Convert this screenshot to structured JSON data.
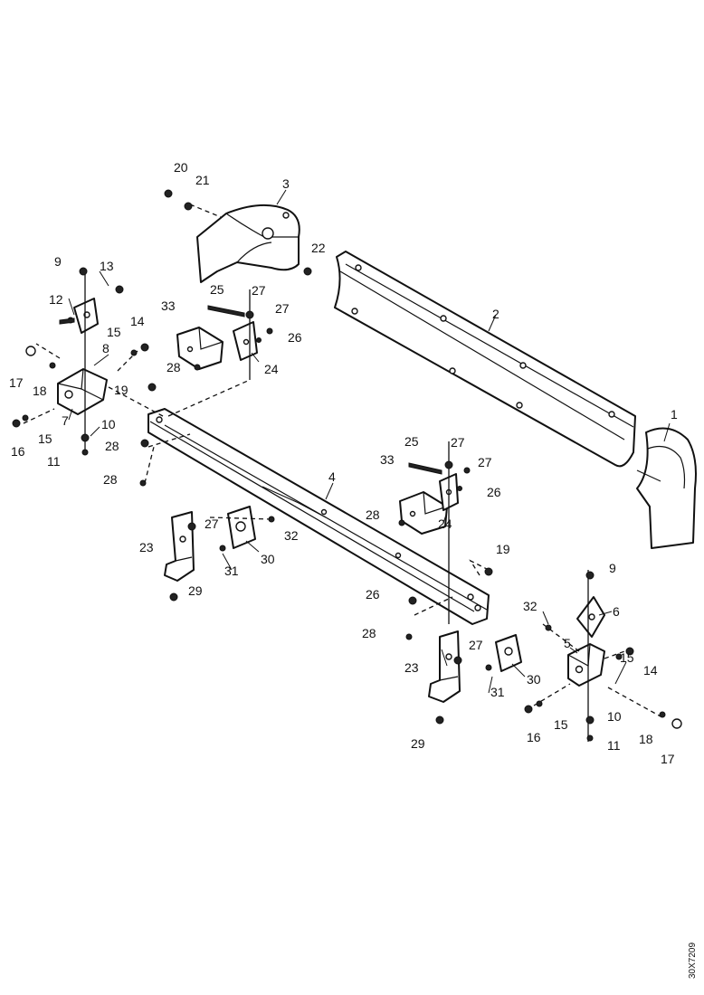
{
  "diagram_code": "30X7209",
  "callouts": [
    "1",
    "2",
    "3",
    "4",
    "5",
    "6",
    "7",
    "8",
    "9",
    "10",
    "11",
    "12",
    "13",
    "14",
    "15",
    "16",
    "17",
    "18",
    "19",
    "20",
    "21",
    "22",
    "23",
    "24",
    "25",
    "26",
    "27",
    "28",
    "29",
    "30",
    "31",
    "32",
    "33"
  ]
}
